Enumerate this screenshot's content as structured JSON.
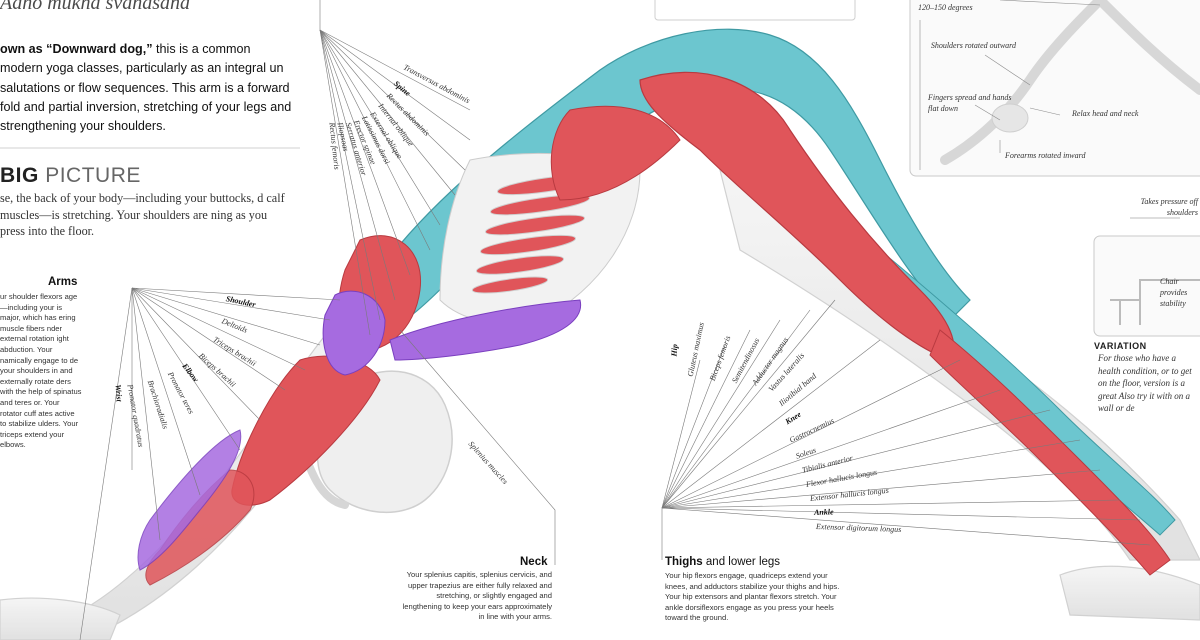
{
  "pose": {
    "sanskrit_name": "Adho mukha svanasana"
  },
  "intro": {
    "bold_lead": "own as “Downward dog,”",
    "rest": " this is a common modern yoga classes, particularly as an integral un salutations or flow sequences. This arm is a forward fold and partial inversion, stretching of your legs and strengthening your shoulders."
  },
  "big_picture": {
    "bold": "BIG",
    "light": "PICTURE",
    "text": "se, the back of your body—including your buttocks, d calf muscles—is stretching. Your shoulders are ning as you press into the floor."
  },
  "arms": {
    "title": "Arms",
    "text": "ur shoulder flexors age—including your is major, which has ering muscle fibers nder external rotation ight abduction. Your namically engage to de your shoulders in and externally rotate ders with the help of spinatus and teres or. Your rotator cuff ates active to stabilize ulders. Your triceps extend your elbows."
  },
  "neck": {
    "title": "Neck",
    "text": "Your splenius capitis, splenius cervicis, and upper trapezius are either fully relaxed and stretching, or slightly engaged and lengthening to keep your ears approximately in line with your arms."
  },
  "thighs": {
    "title_bold": "Thighs",
    "title_rest": " and lower legs",
    "text": "Your hip flexors engage, quadriceps extend your knees, and adductors stabilize your thighs and hips. Your hip extensors and plantar flexors stretch. Your ankle dorsiflexors engage as you press your heels toward the ground."
  },
  "labels": {
    "trunk": [
      "Transversus abdominis",
      "Spine",
      "Rectus abdominis",
      "Internal oblique",
      "External oblique",
      "Latissimus dorsi",
      "Erector spinae",
      "Serratus anterior",
      "Iliopsoas",
      "Rectus femoris"
    ],
    "arm": [
      "Shoulder",
      "Deltoids",
      "Triceps brachii",
      "Biceps brachii",
      "Elbow",
      "Pronator teres",
      "Brachioradialis",
      "Pronator quadratus",
      "Wrist"
    ],
    "neck": [
      "Splenius muscles"
    ],
    "leg": [
      "Hip",
      "Gluteus maximus",
      "Biceps femoris",
      "Semitendinosus",
      "Adductor magnus",
      "Vastus lateralis",
      "Iliotibial band",
      "Knee",
      "Gastrocnemius",
      "Soleus",
      "Tibialis anterior",
      "Flexor hallucis longus",
      "Extensor hallucis longus",
      "Ankle",
      "Extensor digitorum longus"
    ]
  },
  "inset": {
    "angle_label": "120–150 degrees",
    "notes": [
      "Shoulders rotated outward",
      "Fingers spread and hands flat down",
      "Relax head and neck",
      "Forearms rotated inward"
    ]
  },
  "variation": {
    "note_top": "Takes pressure off shoulders",
    "chair_note": "Chair provides stability",
    "title": "VARIATION",
    "text": "For those who have a health condition, or to get on the floor, version is a great Also try it with on a wall or de"
  },
  "colors": {
    "muscle_red": "#e0555a",
    "muscle_blue": "#6cc6cf",
    "muscle_purple": "#a66be0",
    "bone": "#eeeeee",
    "leader_line": "#7a7a7a"
  }
}
